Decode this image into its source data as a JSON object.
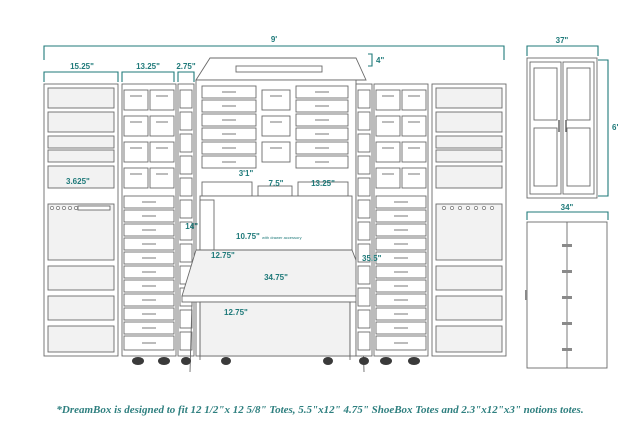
{
  "dimensions": {
    "total_width": "9'",
    "left_door_width": "15.25\"",
    "left_cabinet_width": "13.25\"",
    "narrow_column_width": "2.75\"",
    "top_height": "4\"",
    "closed_width": "37\"",
    "closed_height": "6'",
    "depth": "34\"",
    "door_shelf": "3.625\"",
    "upper_opening": "3'1\"",
    "center_small": "7.5\"",
    "center_right": "13.25\"",
    "left_panel_height": "14\"",
    "drawer_accessory": "10.75\"",
    "drawer_accessory_note": "with drawer accessory",
    "tabletop_depth": "12.75\"",
    "tabletop_width": "34.75\"",
    "table_height": "35.5\"",
    "lower_shelf_depth": "12.75\""
  },
  "caption": "*DreamBox is designed to fit 12 1/2\"x 12 5/8\" Totes, 5.5\"x12\" 4.75\" ShoeBox Totes and 2.3\"x12\"x3\" notions totes.",
  "colors": {
    "accent": "#1f7a7a",
    "line": "#5a5a5a",
    "panel": "#f2f2f2"
  }
}
